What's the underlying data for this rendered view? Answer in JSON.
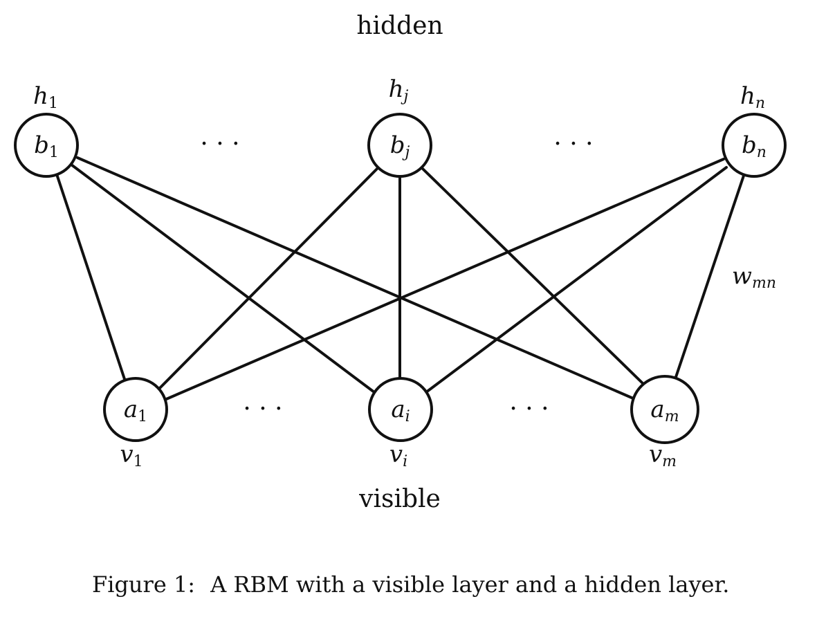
{
  "diagram": {
    "layer_labels": {
      "hidden": "hidden",
      "visible": "visible"
    },
    "caption": {
      "prefix": "Figure 1:",
      "text": "A RBM with a visible layer and a hidden layer."
    },
    "hidden_nodes": [
      {
        "id": "h1",
        "label": "h",
        "sub": "1",
        "bias": "b",
        "bias_sub": "1"
      },
      {
        "id": "hj",
        "label": "h",
        "sub": "j",
        "bias": "b",
        "bias_sub": "j"
      },
      {
        "id": "hn",
        "label": "h",
        "sub": "n",
        "bias": "b",
        "bias_sub": "n"
      }
    ],
    "visible_nodes": [
      {
        "id": "v1",
        "label": "v",
        "sub": "1",
        "bias": "a",
        "bias_sub": "1"
      },
      {
        "id": "vi",
        "label": "v",
        "sub": "i",
        "bias": "a",
        "bias_sub": "i"
      },
      {
        "id": "vm",
        "label": "v",
        "sub": "m",
        "bias": "a",
        "bias_sub": "m"
      }
    ],
    "weight_label": {
      "base": "w",
      "sub": "mn"
    },
    "ellipsis": "· · ·"
  }
}
